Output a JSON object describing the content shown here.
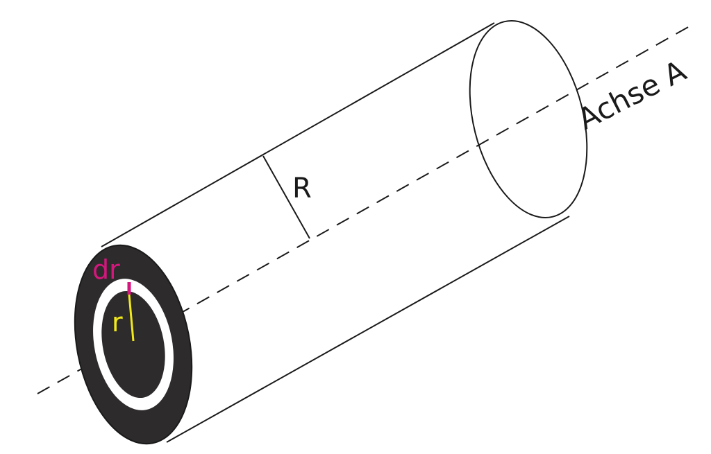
{
  "labels": {
    "axis": "Achse A",
    "outer_radius": "R",
    "inner_radius": "r",
    "shell_thickness": "dr"
  },
  "colors": {
    "outline": "#1a1a1a",
    "end_face": "#2d2b2c",
    "shell_ring": "#ffffff",
    "dr_marker": "#d4177c",
    "r_marker": "#f2e91b"
  }
}
